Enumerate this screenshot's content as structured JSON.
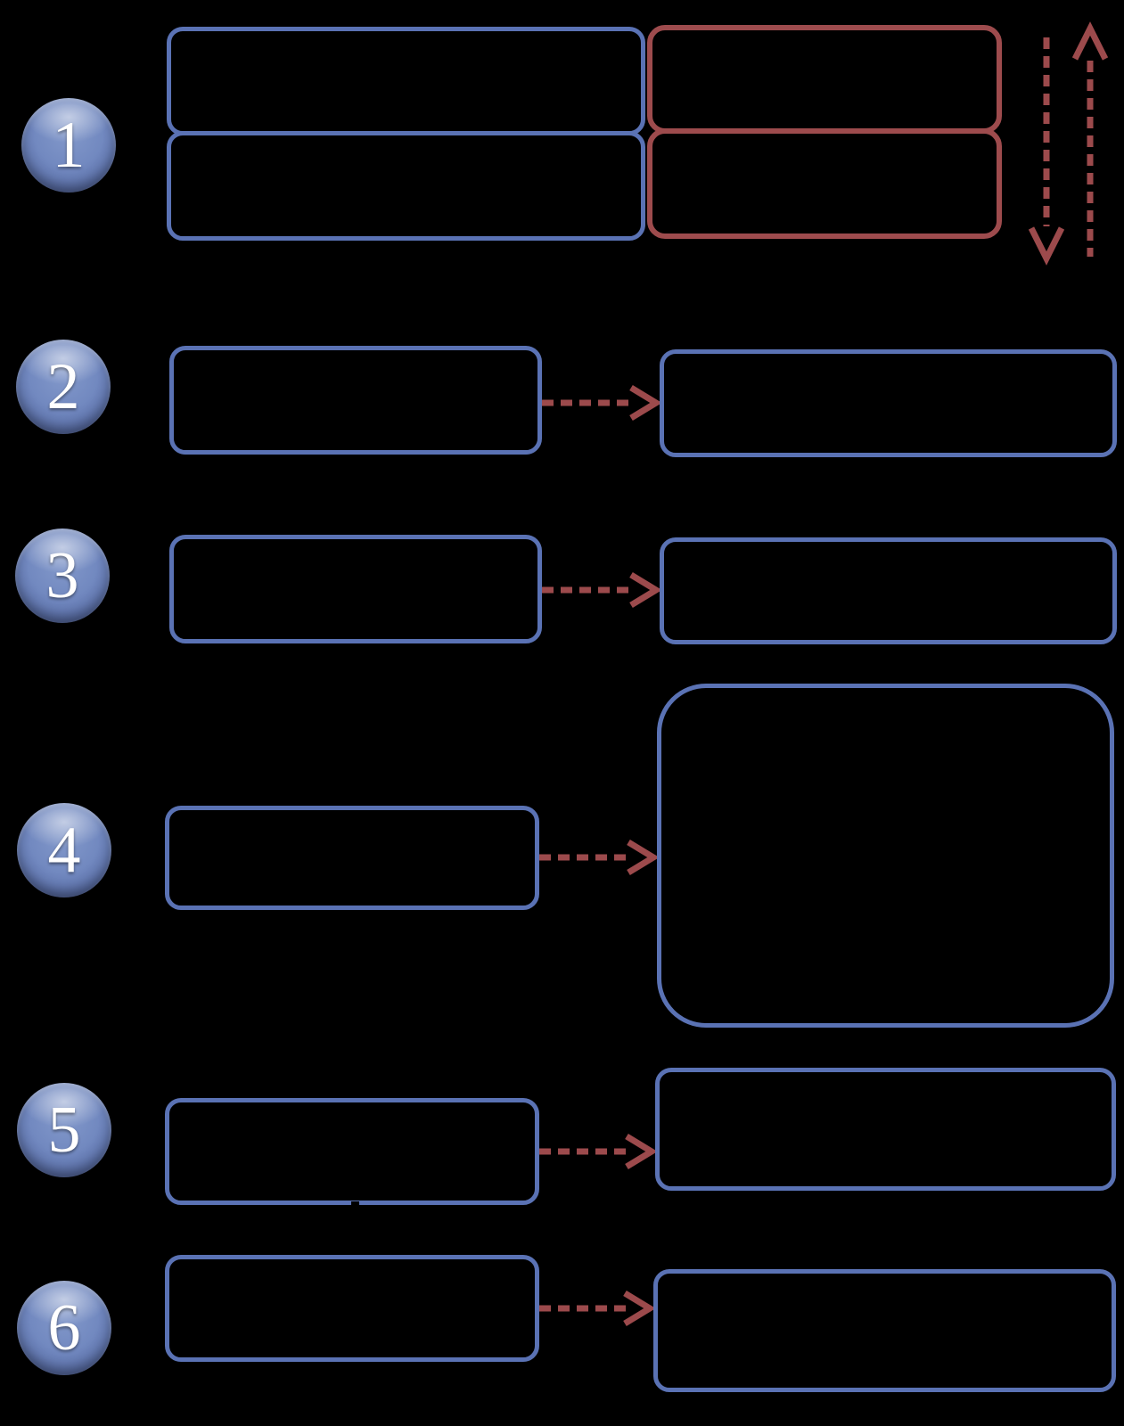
{
  "canvas": {
    "background_color": "#000000",
    "description_colors": {
      "box_border_blue": "#5a72b4",
      "box_border_red": "#9d4b4d",
      "connector_red": "#9c4a4c",
      "circle_fill_mid": "#7289c0",
      "circle_fill_edge": "#3a4775",
      "digit_color": "#ffffff"
    }
  },
  "steps": [
    {
      "number": "1"
    },
    {
      "number": "2"
    },
    {
      "number": "3"
    },
    {
      "number": "4"
    },
    {
      "number": "5"
    },
    {
      "number": "6"
    }
  ],
  "boxes": {
    "step1": {
      "left_top_label": "",
      "left_bottom_label": "",
      "right_top_label": "",
      "right_bottom_label": ""
    },
    "step2": {
      "left_label": "",
      "right_label": ""
    },
    "step3": {
      "left_label": "",
      "right_label": ""
    },
    "step4": {
      "left_label": "",
      "right_label": ""
    },
    "step5": {
      "left_label": "",
      "right_label": ""
    },
    "step6": {
      "left_label": "",
      "right_label": ""
    }
  },
  "icons": {
    "dashed_arrow_right": "dashed-arrow-right-icon",
    "dashed_arrow_down": "dashed-arrow-down-icon",
    "dashed_arrow_up": "dashed-arrow-up-icon"
  }
}
